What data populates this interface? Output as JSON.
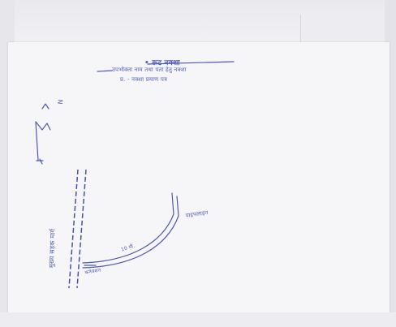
{
  "document": {
    "title": "• रूट नक्शा",
    "subtitle_line_1": "उपभोक्ता नाम तथा पता हेतु नक्शा",
    "subtitle_line_2": "प्र. - नक्शा प्रमाण पत्र",
    "north_label": "N",
    "road_label": "मुख्य सड़क मार्ग",
    "pipeline_label": "पाइपलाइन",
    "distance_label": "10 मी.",
    "connection_label": "कनेक्शन"
  },
  "colors": {
    "ink": "#4d5ab0",
    "paper": "#f6f6f9",
    "background": "#dfe0e6"
  }
}
